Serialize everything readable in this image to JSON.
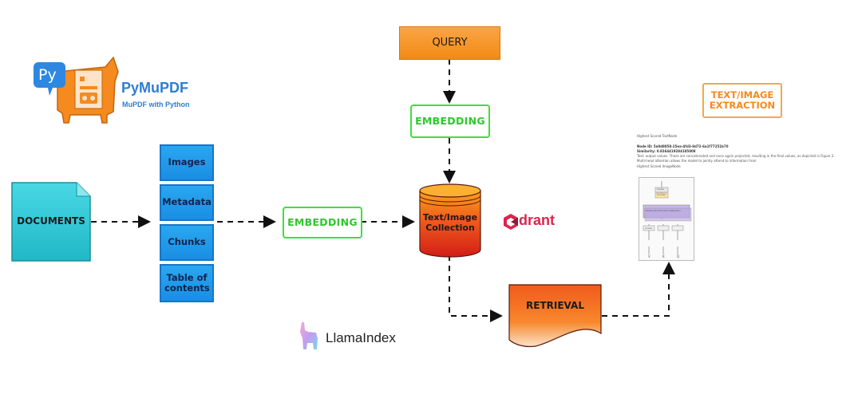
{
  "pymupdf": {
    "icon_letters": "Py",
    "title": "PyMuPDF",
    "subtitle": "MuPDF with Python"
  },
  "nodes": {
    "query": "QUERY",
    "embedding_top": "EMBEDDING",
    "documents": "DOCUMENTS",
    "images": "Images",
    "metadata": "Metadata",
    "chunks": "Chunks",
    "toc": "Table of contents",
    "embedding_mid": "EMBEDDING",
    "collection": "Text/Image Collection",
    "retrieval": "RETRIEVAL",
    "extraction": "TEXT/IMAGE EXTRACTION"
  },
  "qdrant": {
    "label": "drant"
  },
  "llamaindex": {
    "label": "LlamaIndex"
  },
  "result_preview": {
    "header1": "Highest Scored TextNode",
    "node_id": "Node ID: 5a0d8058-25ea-4fd3-8d72-6a1f77251b70",
    "similarity": "Similarity: 0.8264419284105808",
    "text": "Text: output values. These are concatenated and once again projected, resulting in the final values, as depicted in Figure 2.",
    "text2": "Multi-head attention allows the model to jointly attend to information from",
    "header2": "Highest Scored ImageNode",
    "fig_top": "Linear",
    "fig_concat": "Concat",
    "fig_attn": "Scaled Dot-Product Attention",
    "fig_linear": "Linear",
    "fig_v": "V",
    "fig_k": "K",
    "fig_q": "Q"
  },
  "colors": {
    "query_orange": "#f7941d",
    "embedding_green": "#3de03d",
    "documents_teal": "#2ec8d6",
    "card_blue": "#1a8ee3",
    "collection_red": "#e8381e",
    "extraction_orange": "#f7a64a"
  }
}
